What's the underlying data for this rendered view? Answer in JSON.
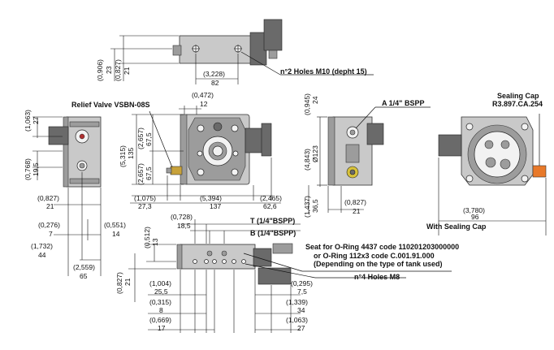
{
  "callouts": {
    "holes_m10": "n°2 Holes M10 (depht 15)",
    "relief_valve": "Relief Valve VSBN-08S",
    "a_port": "A 1/4\" BSPP",
    "sealing_cap": "Sealing Cap",
    "sealing_cap_code": "R3.897.CA.254",
    "t_port": "T (1/4\"BSPP)",
    "b_port": "B (1/4\"BSPP)",
    "seat_oring_1": "Seat for O-Ring 4437 code 110201203000000",
    "seat_oring_2": "or O-Ring 112x3 code C.001.91.000",
    "seat_oring_3": "(Depending on the type of tank used)",
    "holes_m8": "n°4 Holes M8",
    "with_sealing_cap": "With Sealing Cap"
  },
  "dims": {
    "top_0906": "(0,906)",
    "top_23": "23",
    "top_0827": "(0,827)",
    "top_21": "21",
    "top_3228": "(3,228)",
    "top_82": "82",
    "front_0472": "(0,472)",
    "front_12": "12",
    "front_5315": "(5,315)",
    "front_135": "135",
    "front_2657a": "(2,657)",
    "front_675a": "67,5",
    "front_2657b": "(2,657)",
    "front_675b": "67,5",
    "front_1075": "(1,075)",
    "front_273": "27,3",
    "front_5394": "(5,394)",
    "front_137": "137",
    "front_2465": "(2,465)",
    "front_626": "62,6",
    "left_1063": "(1,063)",
    "left_27": "27",
    "left_0768": "(0,768)",
    "left_195": "19,5",
    "left_0827": "(0,827)",
    "left_21": "21",
    "left_0276": "(0,276)",
    "left_7": "7",
    "left_0551": "(0,551)",
    "left_14": "14",
    "left_1732": "(1,732)",
    "left_44": "44",
    "left_2559": "(2,559)",
    "left_65": "65",
    "side_0945": "(0,945)",
    "side_24": "24",
    "side_4843": "(4,843)",
    "side_d123": "Ø123",
    "side_1437": "(1,437)",
    "side_365": "36,5",
    "side_0827": "(0,827)",
    "side_21": "21",
    "right_3780": "(3,780)",
    "right_96": "96",
    "bot_0728": "(0,728)",
    "bot_185": "18,5",
    "bot_0512": "(0,512)",
    "bot_13": "13",
    "bot_0827": "(0,827)",
    "bot_21": "21",
    "bot_1004": "(1,004)",
    "bot_255": "25,5",
    "bot_0315": "(0,315)",
    "bot_8": "8",
    "bot_0669": "(0,669)",
    "bot_17": "17",
    "bot_0295": "(0,295)",
    "bot_75": "7,5",
    "bot_1339": "(1,339)",
    "bot_34": "34",
    "bot_1063": "(1,063)",
    "bot_27": "27"
  },
  "colors": {
    "body": "#c9c9c9",
    "dark": "#6a6a6a",
    "sealing_cap": "#e8792a",
    "valve_brass": "#c8a23a",
    "port_yellow": "#d8c23a"
  }
}
